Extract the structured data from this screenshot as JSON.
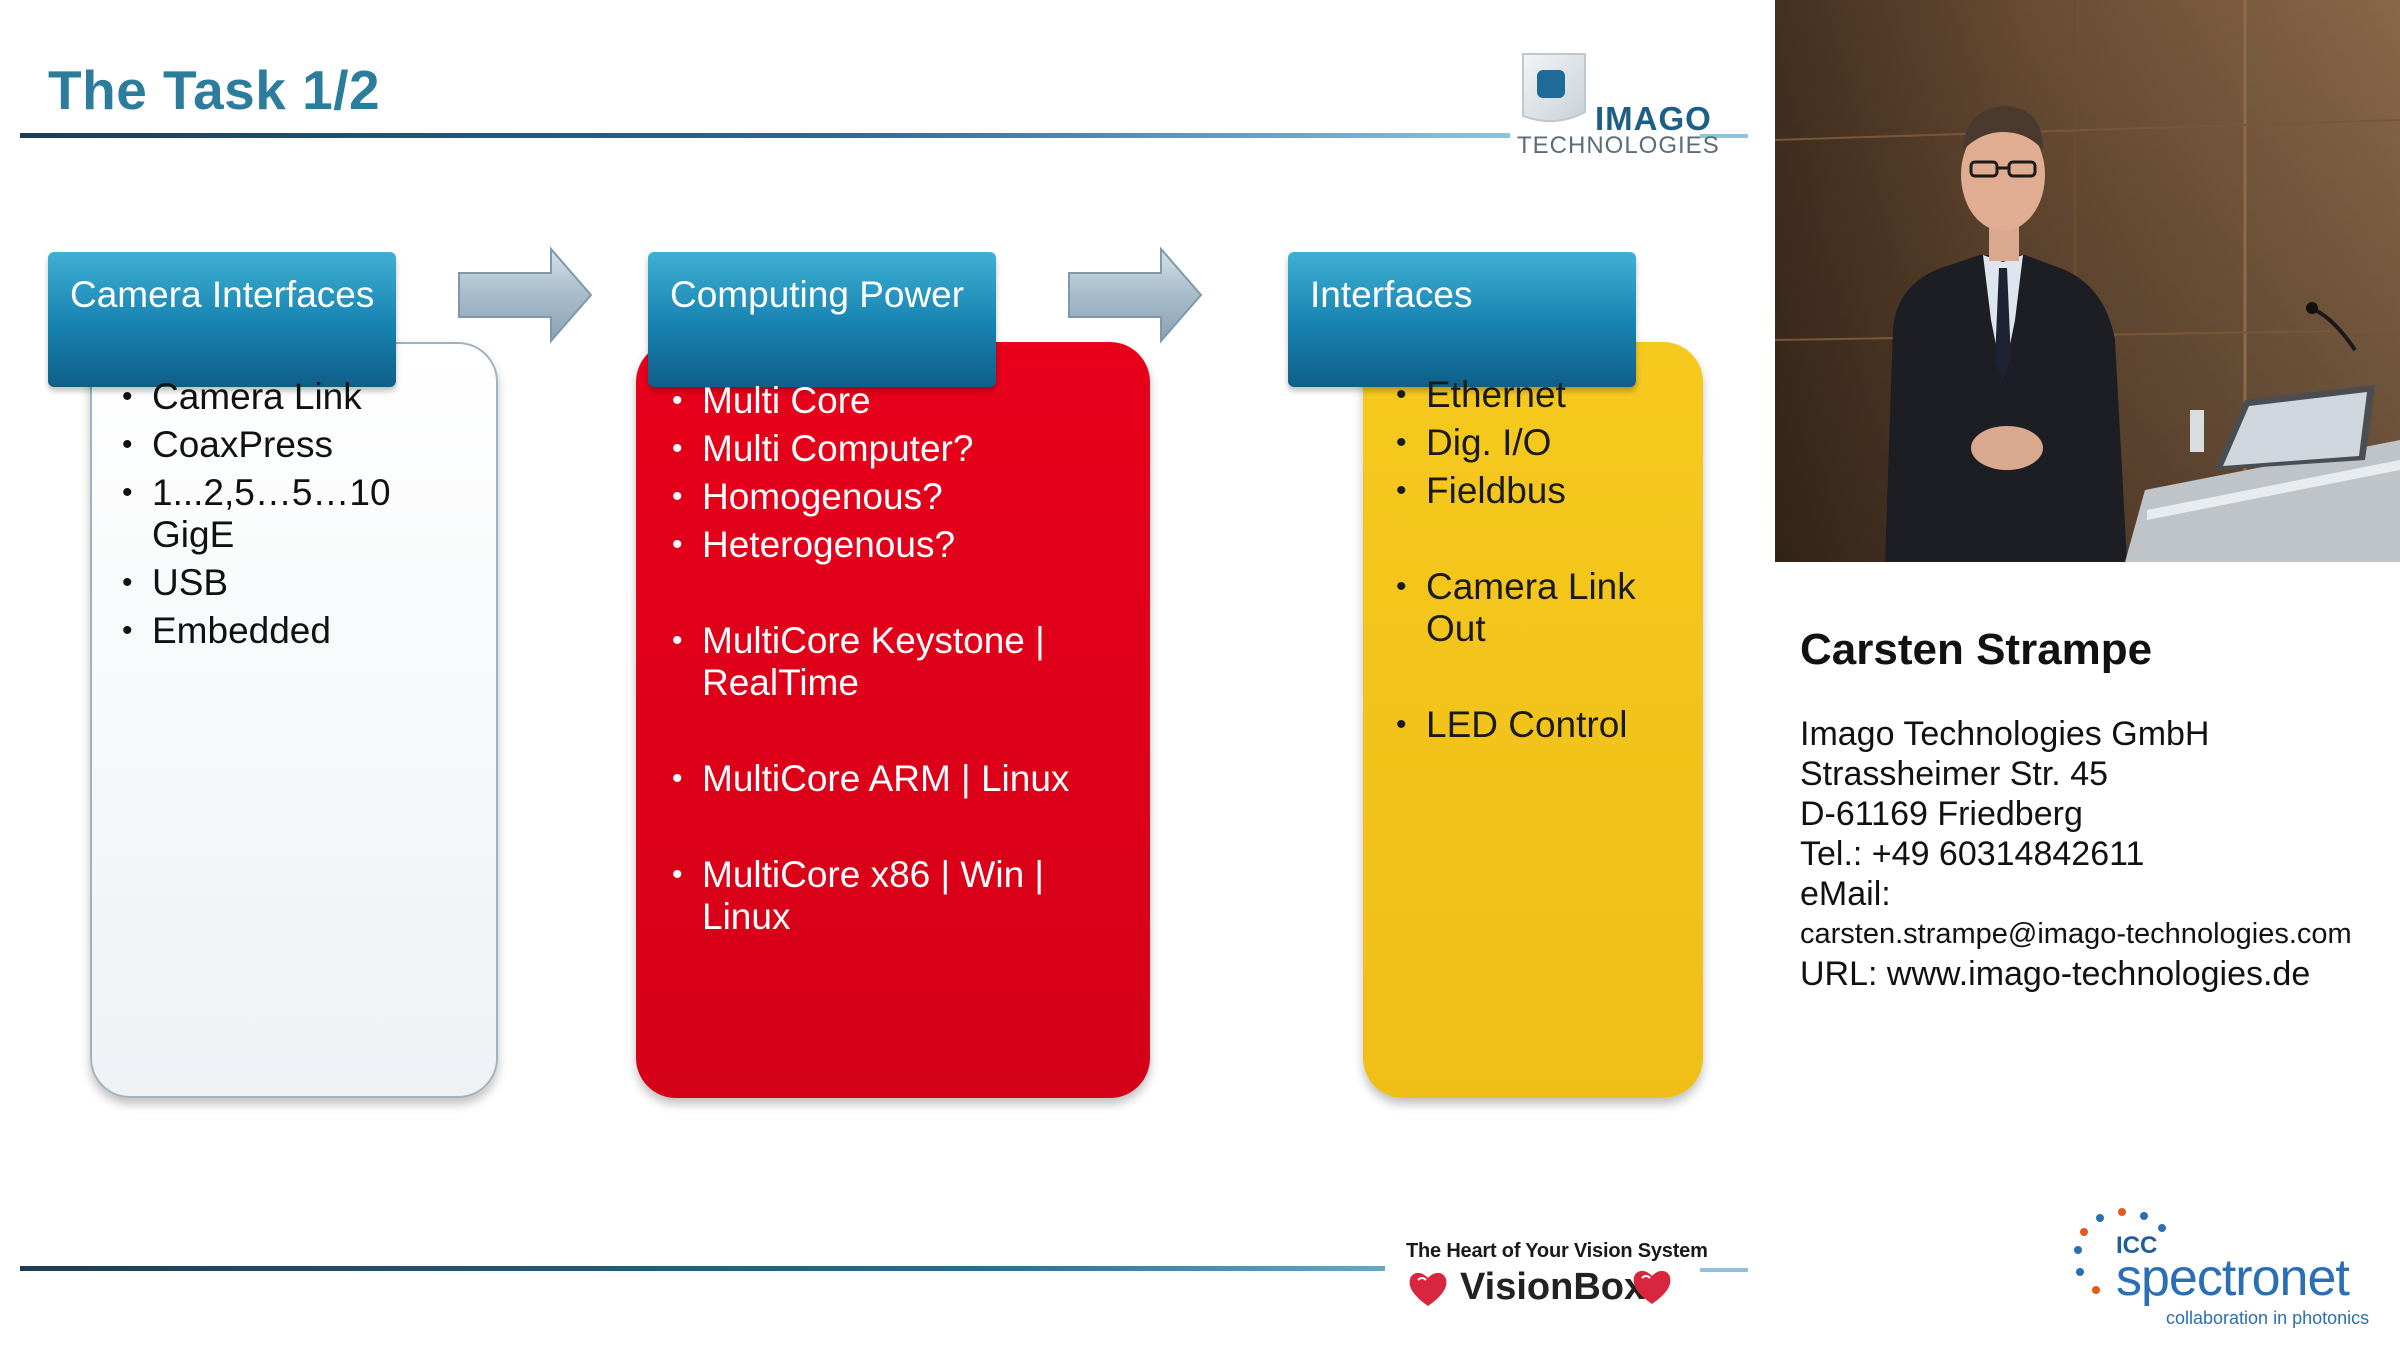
{
  "slide": {
    "title": "The Task 1/2",
    "logo": {
      "word": "IMAGO",
      "sub": "TECHNOLOGIES"
    },
    "columns": [
      {
        "header": "Camera Interfaces",
        "items": [
          "Camera Link",
          "CoaxPress",
          "1...2,5…5…10 GigE",
          "USB",
          "Embedded"
        ]
      },
      {
        "header": "Computing Power",
        "items": [
          "Multi Core",
          "Multi Computer?",
          "Homogenous?",
          "Heterogenous?",
          "MultiCore Keystone | RealTime",
          "MultiCore ARM | Linux",
          "MultiCore x86 | Win | Linux"
        ]
      },
      {
        "header": "Interfaces",
        "items": [
          "Ethernet",
          "Dig. I/O",
          "Fieldbus",
          "Camera Link Out",
          "LED Control"
        ]
      }
    ],
    "footer": {
      "tagline": "The Heart of Your Vision System",
      "brand": "VisionBox"
    }
  },
  "speaker": {
    "name": "Carsten Strampe",
    "company": "Imago Technologies GmbH",
    "street": "Strassheimer Str. 45",
    "city": "D-61169 Friedberg",
    "tel": "Tel.: +49 60314842611",
    "email_label": "eMail:",
    "email": "carsten.strampe@imago-technologies.com",
    "url": "URL: www.imago-technologies.de"
  },
  "sponsor": {
    "icc": "ICC",
    "name": "spectronet",
    "tagline": "collaboration in photonics"
  },
  "colors": {
    "title": "#2c7d9b",
    "tab": "#1682b1",
    "box_red": "#e8001b",
    "box_yellow": "#f6c91f"
  }
}
